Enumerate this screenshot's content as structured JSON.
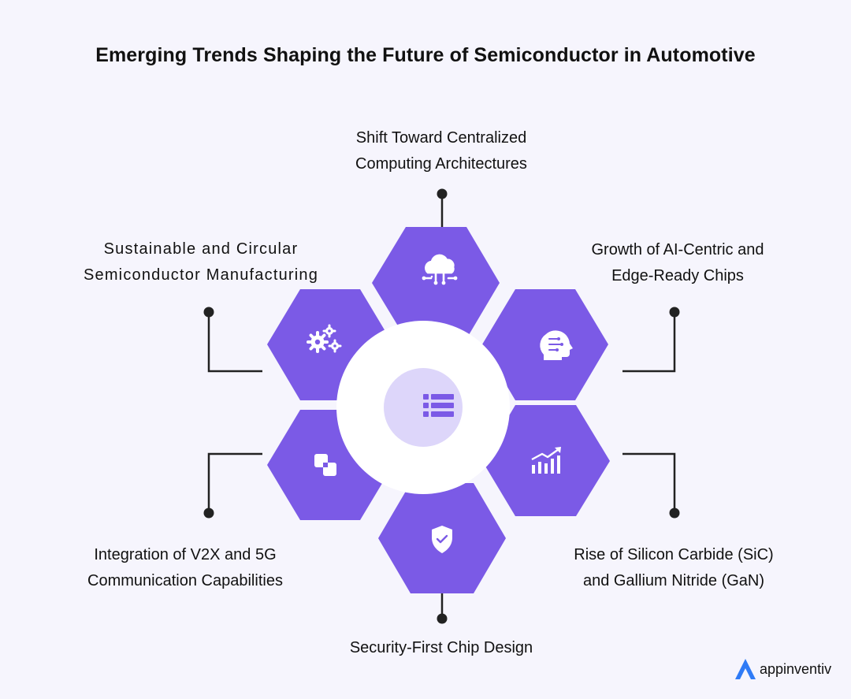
{
  "title": "Emerging Trends Shaping the Future of Semiconductor in Automotive",
  "trends": {
    "top": {
      "line1": "Shift Toward Centralized",
      "line2": "Computing Architectures",
      "icon": "cloud-network-icon"
    },
    "top_right": {
      "line1": "Growth of AI-Centric and",
      "line2": "Edge-Ready Chips",
      "icon": "ai-head-icon"
    },
    "top_left": {
      "line1": "Sustainable and Circular",
      "line2": "Semiconductor Manufacturing",
      "icon": "gears-icon"
    },
    "bottom_left": {
      "line1": "Integration of V2X and 5G",
      "line2": "Communication Capabilities",
      "icon": "overlap-squares-icon"
    },
    "bottom_right": {
      "line1": "Rise of Silicon Carbide (SiC)",
      "line2": "and Gallium Nitride (GaN)",
      "icon": "growth-chart-icon"
    },
    "bottom": {
      "line1": "Security-First Chip Design",
      "icon": "shield-check-icon"
    }
  },
  "center_icon": "list-icon",
  "brand": {
    "name": "appinventiv"
  },
  "colors": {
    "hexagon": "#7b5ae6",
    "center_circle": "#ddd6fa",
    "ring": "#ffffff",
    "background": "#f6f5fd",
    "connector": "#222222"
  }
}
